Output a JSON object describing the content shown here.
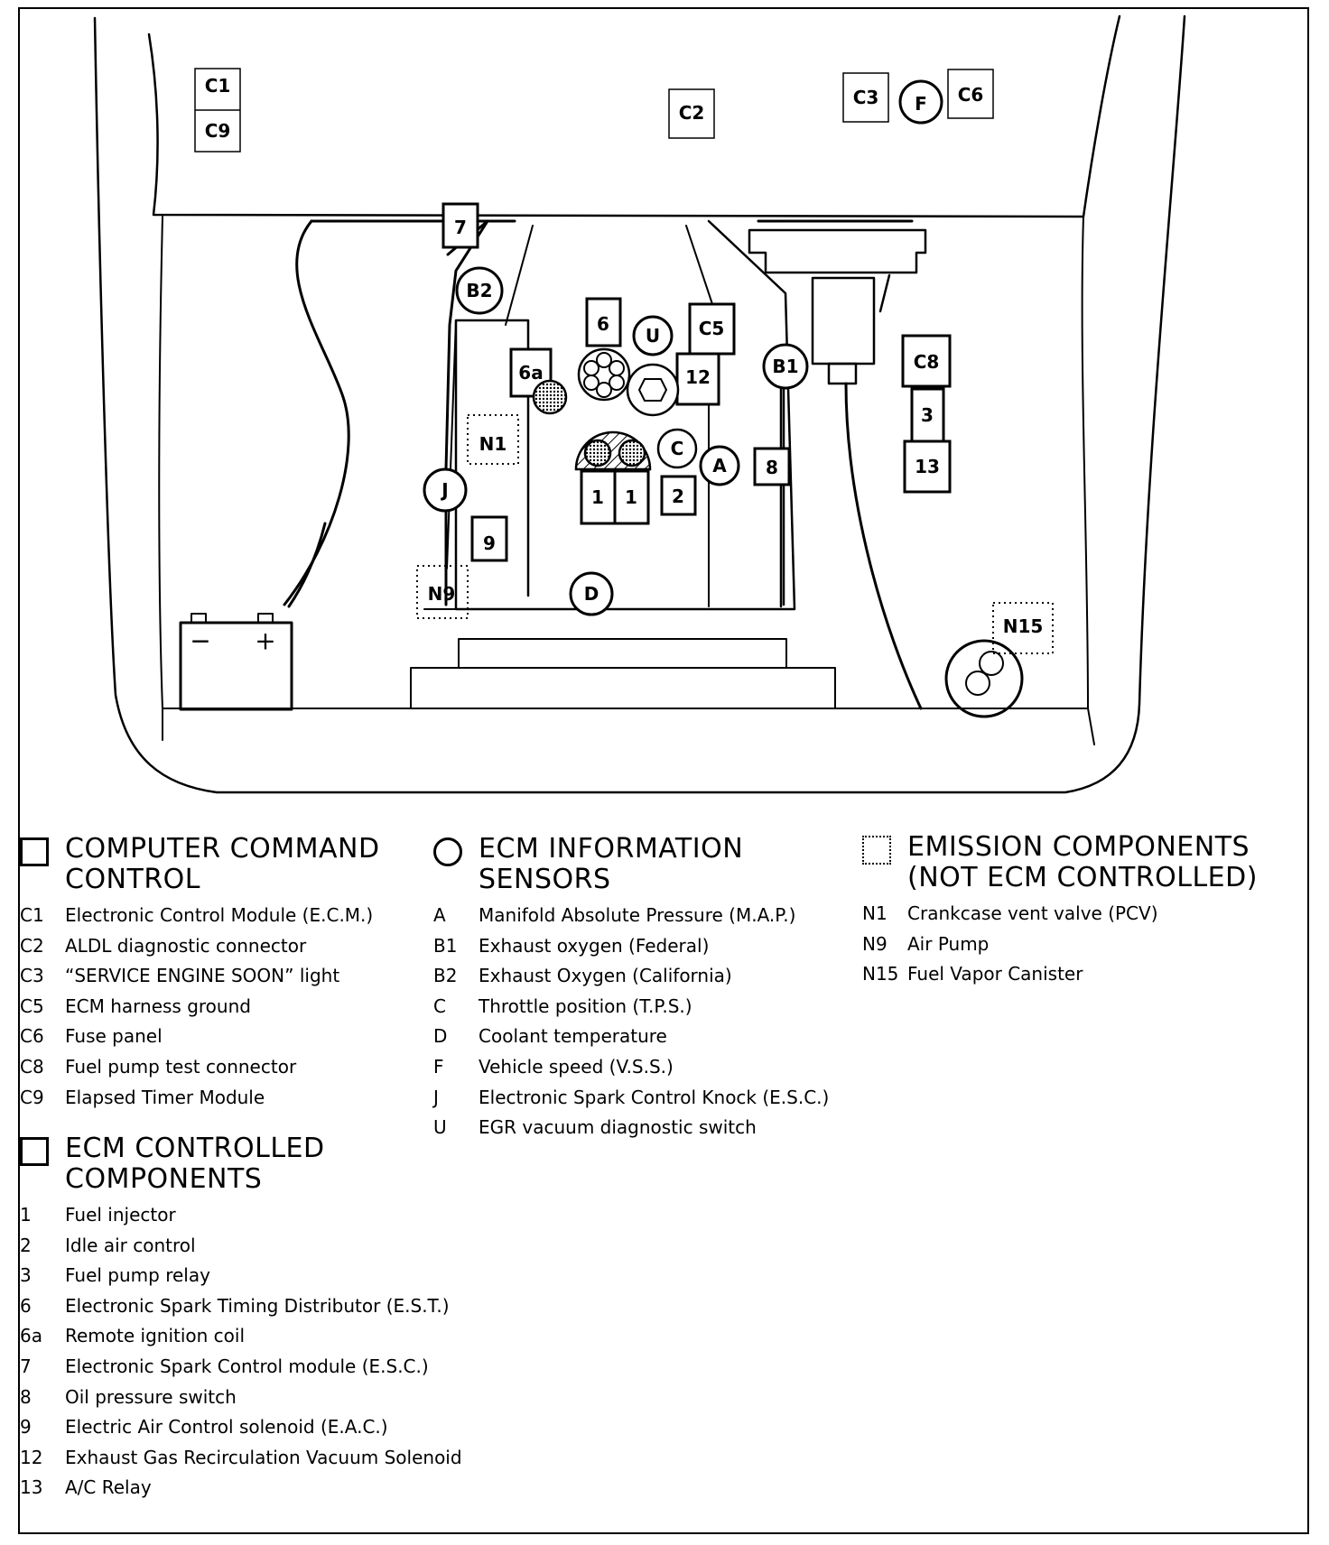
{
  "diagram": {
    "labels": {
      "c1": "C1",
      "c9": "C9",
      "c2": "C2",
      "c3": "C3",
      "f": "F",
      "c6": "C6",
      "n7": "7",
      "b2": "B2",
      "n6": "6",
      "u": "U",
      "c5": "C5",
      "n6a": "6a",
      "n12": "12",
      "b1": "B1",
      "c8": "C8",
      "n3": "3",
      "n13": "13",
      "n1": "N1",
      "c": "C",
      "a": "A",
      "n8": "8",
      "j": "J",
      "one_a": "1",
      "one_b": "1",
      "n2": "2",
      "n9": "9",
      "n9b": "N9",
      "d": "D",
      "n15": "N15",
      "minus": "−",
      "plus": "+"
    }
  },
  "legend": {
    "ccc": {
      "title": "COMPUTER COMMAND\nCONTROL",
      "items": [
        {
          "code": "C1",
          "label": "Electronic Control Module (E.C.M.)"
        },
        {
          "code": "C2",
          "label": "ALDL diagnostic connector"
        },
        {
          "code": "C3",
          "label": "“SERVICE ENGINE SOON” light"
        },
        {
          "code": "C5",
          "label": "ECM harness ground"
        },
        {
          "code": "C6",
          "label": "Fuse panel"
        },
        {
          "code": "C8",
          "label": "Fuel pump test connector"
        },
        {
          "code": "C9",
          "label": "Elapsed Timer Module"
        }
      ]
    },
    "sensors": {
      "title": "ECM INFORMATION\nSENSORS",
      "items": [
        {
          "code": "A",
          "label": "Manifold Absolute Pressure (M.A.P.)"
        },
        {
          "code": "B1",
          "label": "Exhaust oxygen (Federal)"
        },
        {
          "code": "B2",
          "label": "Exhaust Oxygen (California)"
        },
        {
          "code": "C",
          "label": "Throttle position (T.P.S.)"
        },
        {
          "code": "D",
          "label": "Coolant temperature"
        },
        {
          "code": "F",
          "label": "Vehicle speed (V.S.S.)"
        },
        {
          "code": "J",
          "label": "Electronic Spark Control Knock (E.S.C.)"
        },
        {
          "code": "U",
          "label": "EGR vacuum diagnostic switch"
        }
      ]
    },
    "emission": {
      "title": "EMISSION COMPONENTS\n(NOT ECM CONTROLLED)",
      "items": [
        {
          "code": "N1",
          "label": "Crankcase vent valve (PCV)"
        },
        {
          "code": "N9",
          "label": "Air Pump"
        },
        {
          "code": "N15",
          "label": "Fuel Vapor Canister"
        }
      ]
    },
    "controlled": {
      "title": "ECM CONTROLLED\nCOMPONENTS",
      "items": [
        {
          "code": "1",
          "label": "Fuel injector"
        },
        {
          "code": "2",
          "label": "Idle air control"
        },
        {
          "code": "3",
          "label": "Fuel pump relay"
        },
        {
          "code": "6",
          "label": "Electronic Spark Timing Distributor (E.S.T.)"
        },
        {
          "code": "6a",
          "label": "Remote ignition coil"
        },
        {
          "code": "7",
          "label": "Electronic Spark Control module (E.S.C.)"
        },
        {
          "code": "8",
          "label": "Oil pressure switch"
        },
        {
          "code": "9",
          "label": "Electric Air Control solenoid (E.A.C.)"
        },
        {
          "code": "12",
          "label": "Exhaust Gas Recirculation Vacuum Solenoid"
        },
        {
          "code": "13",
          "label": "A/C Relay"
        }
      ]
    }
  }
}
